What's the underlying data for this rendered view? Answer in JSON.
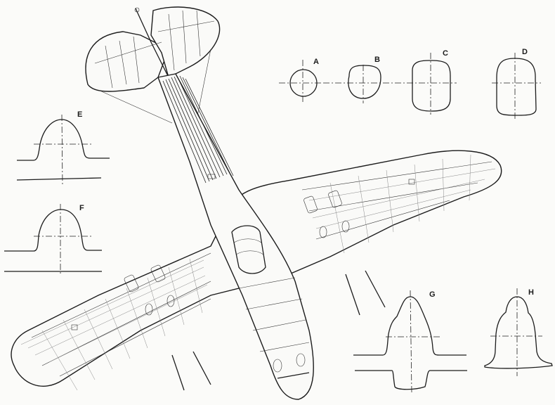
{
  "figure": {
    "type": "technical-line-drawing",
    "subject": "aircraft plan view (underside) with fuselage cross-sections",
    "ink_color": "#1c1c1c",
    "paper_color": "#fbfbf9"
  },
  "sections": [
    {
      "id": "A",
      "label": "A",
      "shape": "circle"
    },
    {
      "id": "B",
      "label": "B",
      "shape": "rounded-trapezoid"
    },
    {
      "id": "C",
      "label": "C",
      "shape": "rounded-rectangle"
    },
    {
      "id": "D",
      "label": "D",
      "shape": "arched-rectangle"
    },
    {
      "id": "E",
      "label": "E",
      "shape": "canopy-arch-on-baseline"
    },
    {
      "id": "F",
      "label": "F",
      "shape": "canopy-arch-on-baseline"
    },
    {
      "id": "G",
      "label": "G",
      "shape": "pointed-arch-with-ventral-fairing"
    },
    {
      "id": "H",
      "label": "H",
      "shape": "bell-profile"
    }
  ]
}
